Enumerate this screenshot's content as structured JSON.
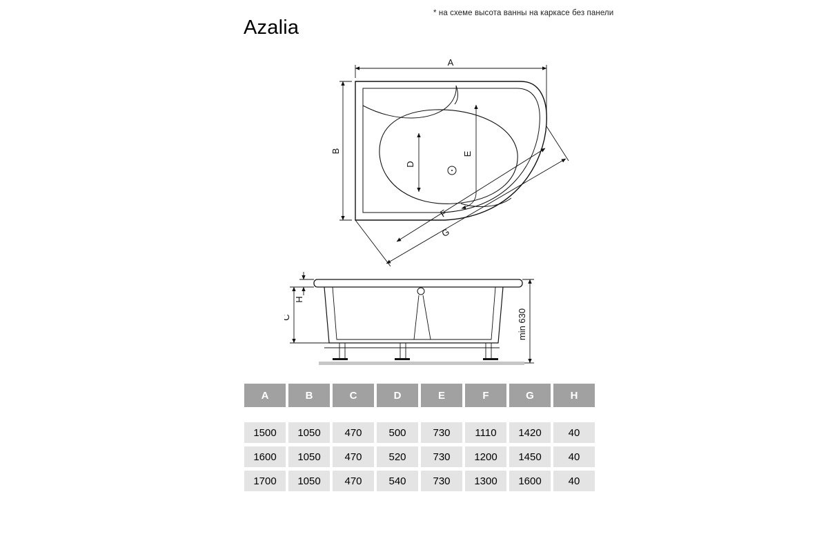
{
  "page": {
    "note": "* на схеме высота ванны на каркасе без панели",
    "title": "Azalia"
  },
  "top_view": {
    "labels": {
      "a": "A",
      "b": "B",
      "d": "D",
      "e": "E",
      "f": "F",
      "g": "G"
    }
  },
  "side_view": {
    "labels": {
      "h": "H",
      "c": "C",
      "min_height": "min 630"
    }
  },
  "table": {
    "headers": [
      "A",
      "B",
      "C",
      "D",
      "E",
      "F",
      "G",
      "H"
    ],
    "rows": [
      [
        "1500",
        "1050",
        "470",
        "500",
        "730",
        "1110",
        "1420",
        "40"
      ],
      [
        "1600",
        "1050",
        "470",
        "520",
        "730",
        "1200",
        "1450",
        "40"
      ],
      [
        "1700",
        "1050",
        "470",
        "540",
        "730",
        "1300",
        "1600",
        "40"
      ]
    ]
  },
  "colors": {
    "table_header_bg": "#a1a1a1",
    "table_header_text": "#ffffff",
    "table_cell_bg": "#e4e4e4",
    "line_color": "#111111"
  }
}
